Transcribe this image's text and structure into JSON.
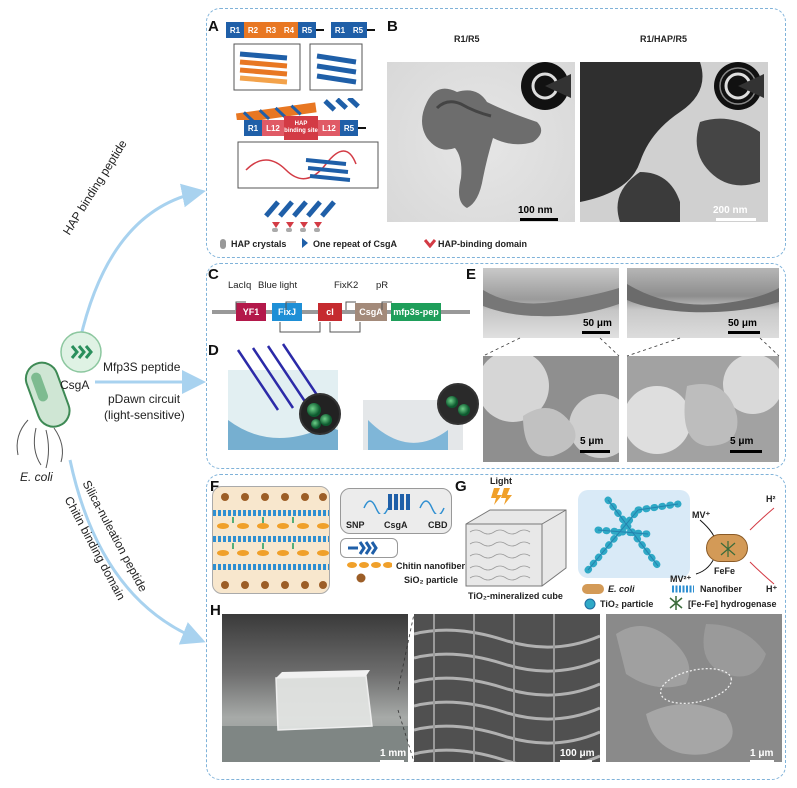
{
  "left": {
    "organism": "E. coli",
    "protein": "CsgA",
    "arrow_a": "HAP binding peptide",
    "arrow_b_1": "Mfp3S peptide",
    "arrow_b_2": "pDawn circuit",
    "arrow_b_3": "(light-sensitive)",
    "arrow_c_1": "Silica-nuleation peptide",
    "arrow_c_2": "Chitin binding domain"
  },
  "panelA": {
    "label": "A",
    "row1": [
      "R1",
      "R2",
      "R3",
      "R4",
      "R5"
    ],
    "row1b": [
      "R1",
      "R5"
    ],
    "row2": [
      "R1",
      "L12",
      "HAP binding site",
      "L12",
      "R5"
    ],
    "legend": [
      "HAP crystals",
      "One repeat of CsgA",
      "HAP-binding domain"
    ]
  },
  "panelB": {
    "label": "B",
    "title_left": "R1/R5",
    "title_right": "R1/HAP/R5",
    "scale_left": "100 nm",
    "scale_right": "200 nm"
  },
  "panelC": {
    "label": "C",
    "labels_top": [
      "LacIq",
      "Blue light",
      "FixK2",
      "pR"
    ],
    "genes": [
      "YF1",
      "FixJ",
      "cI",
      "CsgA",
      "mfp3s-pep"
    ]
  },
  "panelD": {
    "label": "D"
  },
  "panelE": {
    "label": "E",
    "scales": [
      "50 μm",
      "50 μm",
      "5 μm",
      "5 μm"
    ]
  },
  "panelF": {
    "label": "F",
    "domains": [
      "SNP",
      "CsgA",
      "CBD"
    ],
    "legend": [
      "Chitin nanofiber",
      "SiO₂ particle"
    ]
  },
  "panelG": {
    "label": "G",
    "light": "Light",
    "cube": "TiO₂-mineralized cube",
    "mv_plus": "MV⁺",
    "mv_2plus": "MV²⁺",
    "fefe": "FeFe",
    "h2": "H²",
    "hplus": "H⁺",
    "legend": [
      "E. coli",
      "Nanofiber",
      "TiO₂ particle",
      "[Fe-Fe] hydrogenase"
    ]
  },
  "panelH": {
    "label": "H",
    "scales": [
      "1 mm",
      "100 μm",
      "1 μm"
    ]
  },
  "colors": {
    "box_border": "#7fb2d9",
    "arrow": "#a8d2ef",
    "csga_blue": "#1f5fa8",
    "orange": "#e87722",
    "red": "#d33b45",
    "green": "#1e9e5a"
  }
}
